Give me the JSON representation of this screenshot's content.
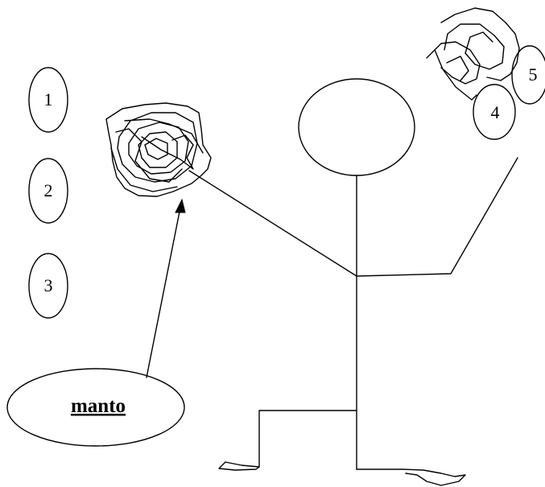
{
  "numbers": {
    "one": "1",
    "two": "2",
    "three": "3",
    "four": "4",
    "five": "5"
  },
  "label": {
    "text": "manto"
  },
  "colors": {
    "ink": "#000000",
    "paper": "#ffffff"
  }
}
